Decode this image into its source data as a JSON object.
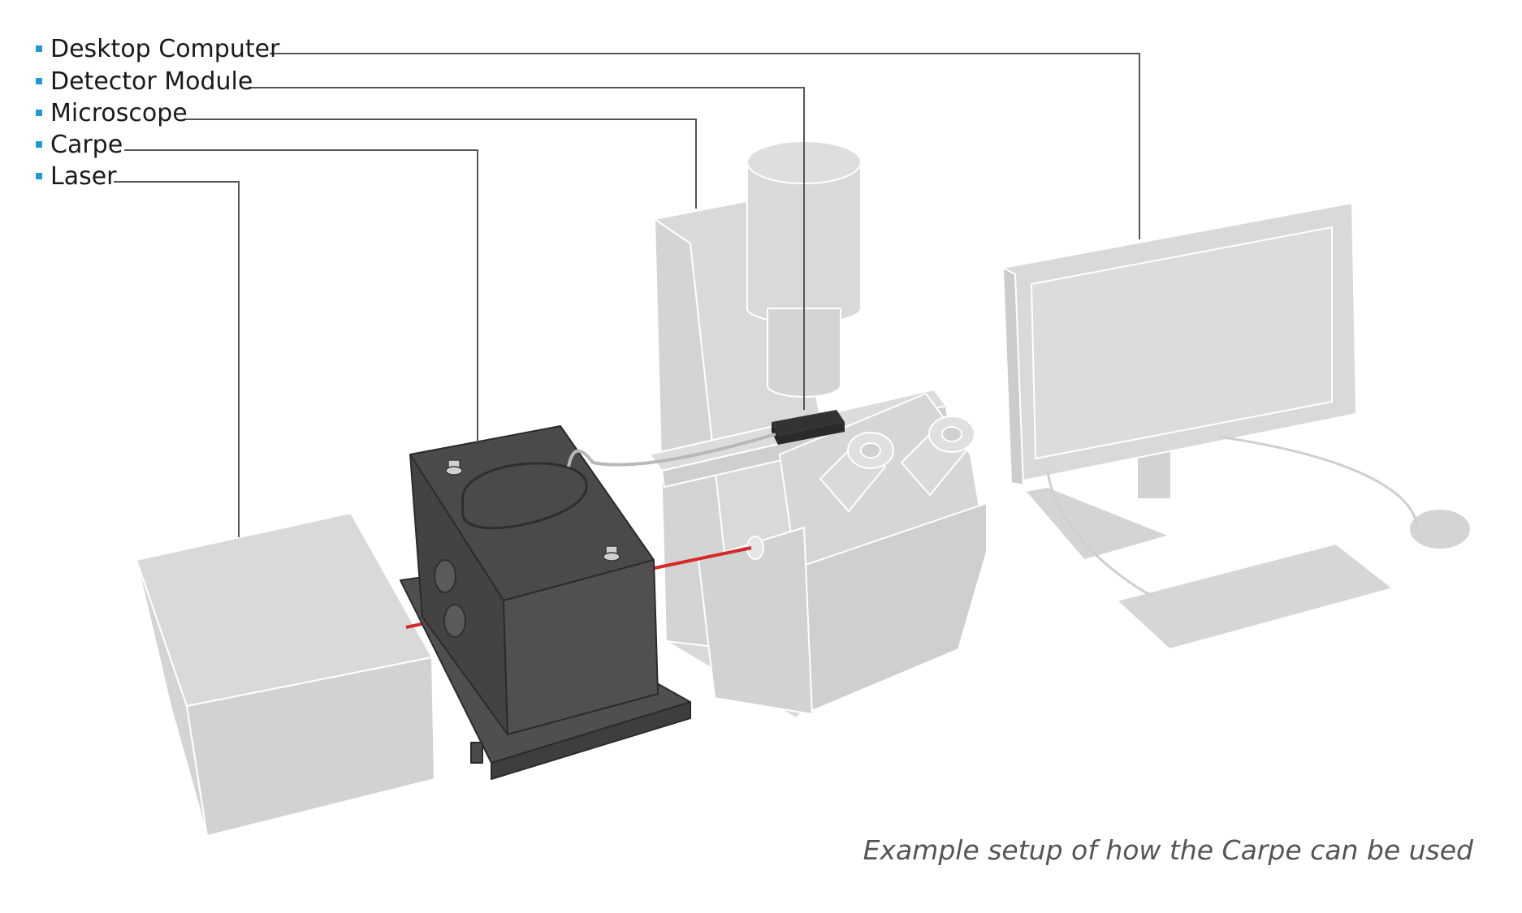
{
  "labels": [
    {
      "id": "desktop-computer",
      "text": "Desktop Computer"
    },
    {
      "id": "detector-module",
      "text": "Detector Module"
    },
    {
      "id": "microscope",
      "text": "Microscope"
    },
    {
      "id": "carpe",
      "text": "Carpe"
    },
    {
      "id": "laser",
      "text": "Laser"
    }
  ],
  "caption": "Example setup of how the Carpe can be used",
  "colors": {
    "bullet": "#1f9ad6",
    "equipment_fill": "#d9d9d9",
    "equipment_edge": "#ffffff",
    "carpe_fill": "#4a4a4a",
    "carpe_edge": "#2b2b2b",
    "leader_line": "#555555",
    "laser_beam": "#d42a2a"
  },
  "icons": [
    "bullet-square-icon"
  ]
}
